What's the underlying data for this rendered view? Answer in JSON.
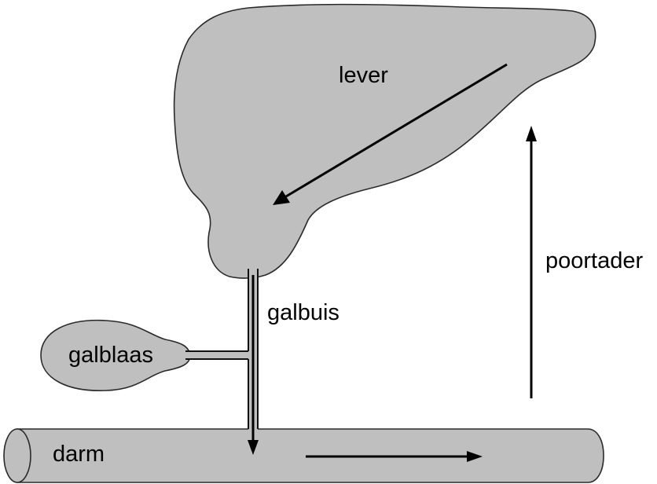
{
  "labels": {
    "liver": "lever",
    "bile_duct": "galbuis",
    "gallbladder": "galblaas",
    "intestine": "darm",
    "portal_vein": "poortader"
  },
  "colors": {
    "organ_fill": "#bfbfbf",
    "outline": "#2a2a2a",
    "arrow": "#000000"
  }
}
